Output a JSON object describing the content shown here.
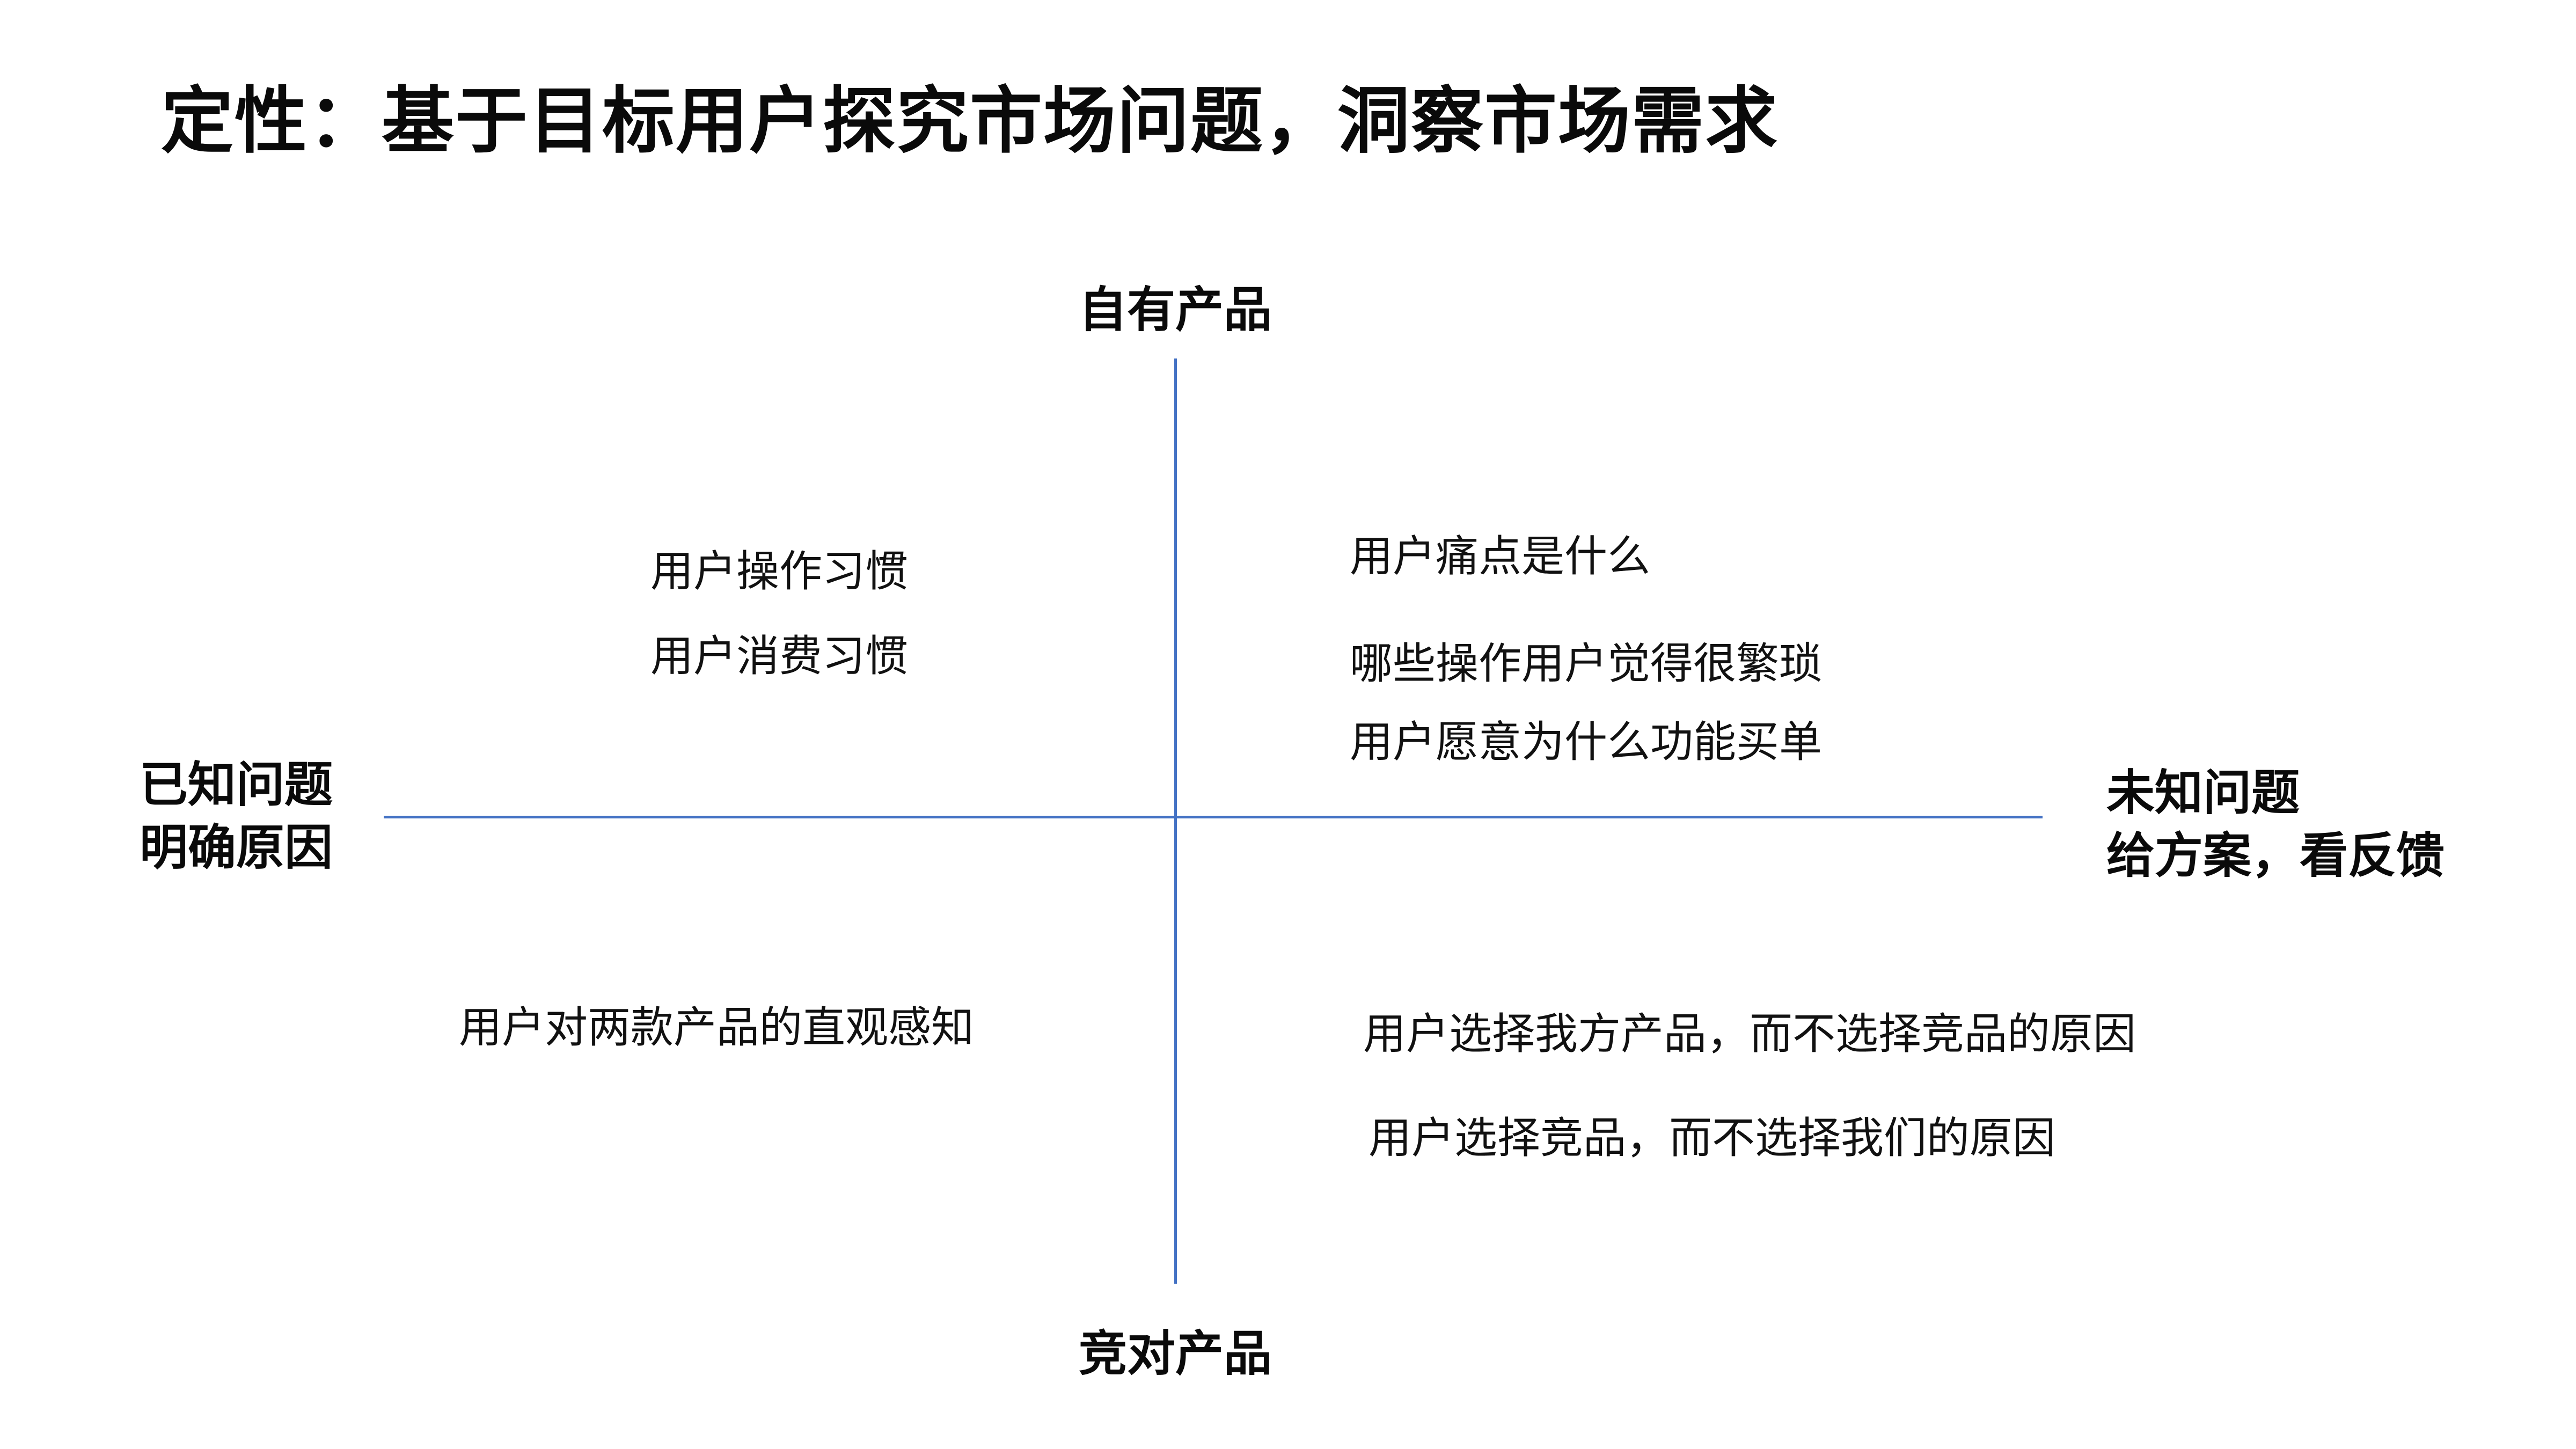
{
  "title": "定性：基于目标用户探究市场问题，洞察市场需求",
  "axes": {
    "line_color": "#4472c4",
    "top": "自有产品",
    "bottom": "竞对产品",
    "left_line1": "已知问题",
    "left_line2": "明确原因",
    "right_line1": "未知问题",
    "right_line2": "给方案，看反馈"
  },
  "quadrants": {
    "top_left": {
      "item1": "用户操作习惯",
      "item2": "用户消费习惯"
    },
    "top_right": {
      "item1": "用户痛点是什么",
      "item2": "哪些操作用户觉得很繁琐",
      "item3": "用户愿意为什么功能买单"
    },
    "bottom_left": {
      "item1": "用户对两款产品的直观感知"
    },
    "bottom_right": {
      "item1": "用户选择我方产品，而不选择竞品的原因",
      "item2": "用户选择竞品，而不选择我们的原因"
    }
  }
}
